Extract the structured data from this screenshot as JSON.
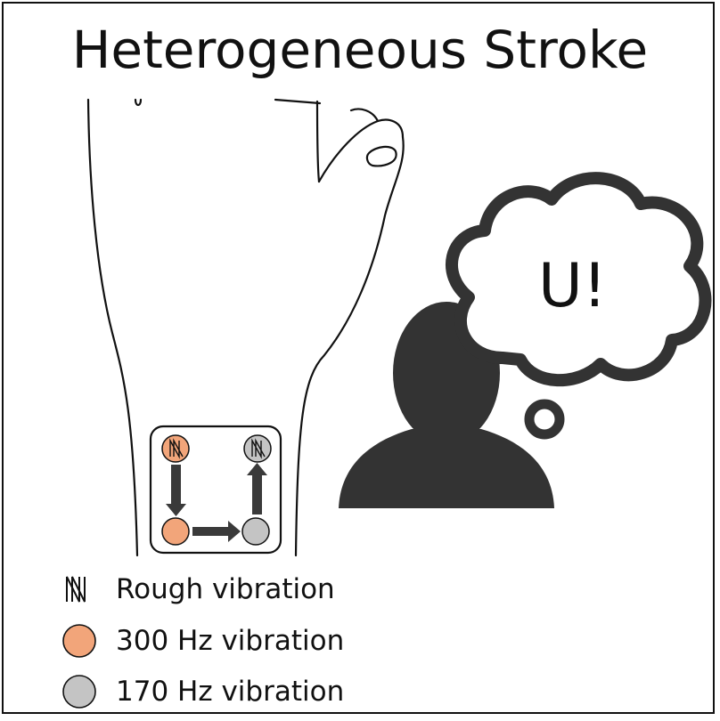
{
  "title": "Heterogeneous Stroke",
  "thought_text": "U!",
  "legend": [
    {
      "icon": "rough-vibration-icon",
      "label": "Rough vibration"
    },
    {
      "icon": "orange-circle-icon",
      "label": "300 Hz vibration",
      "color": "#f2a57a"
    },
    {
      "icon": "gray-circle-icon",
      "label": "170 Hz vibration",
      "color": "#c4c4c4"
    }
  ],
  "colors": {
    "hz300": "#f2a57a",
    "hz170": "#c4c4c4",
    "silhouette": "#333333",
    "outline": "#111111"
  }
}
